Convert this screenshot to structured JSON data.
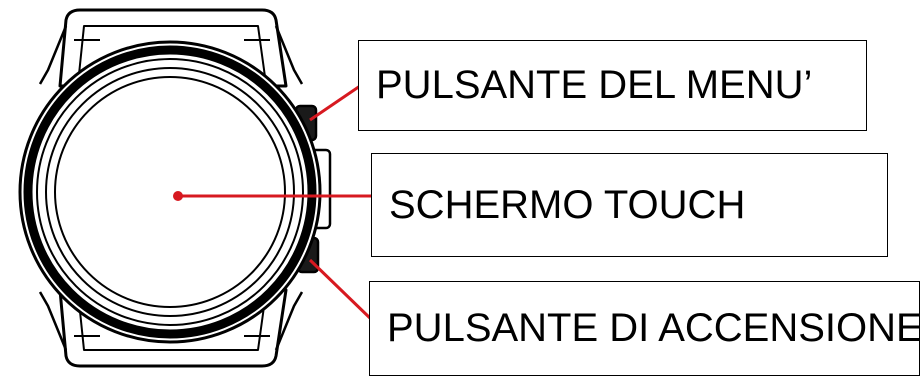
{
  "colors": {
    "outline": "#000000",
    "pointer": "#d71920",
    "background": "#ffffff"
  },
  "labels": {
    "menu_button": "PULSANTE DEL MENU’",
    "touch_screen": "SCHERMO TOUCH",
    "power_button": "PULSANTE DI ACCENSIONE"
  }
}
